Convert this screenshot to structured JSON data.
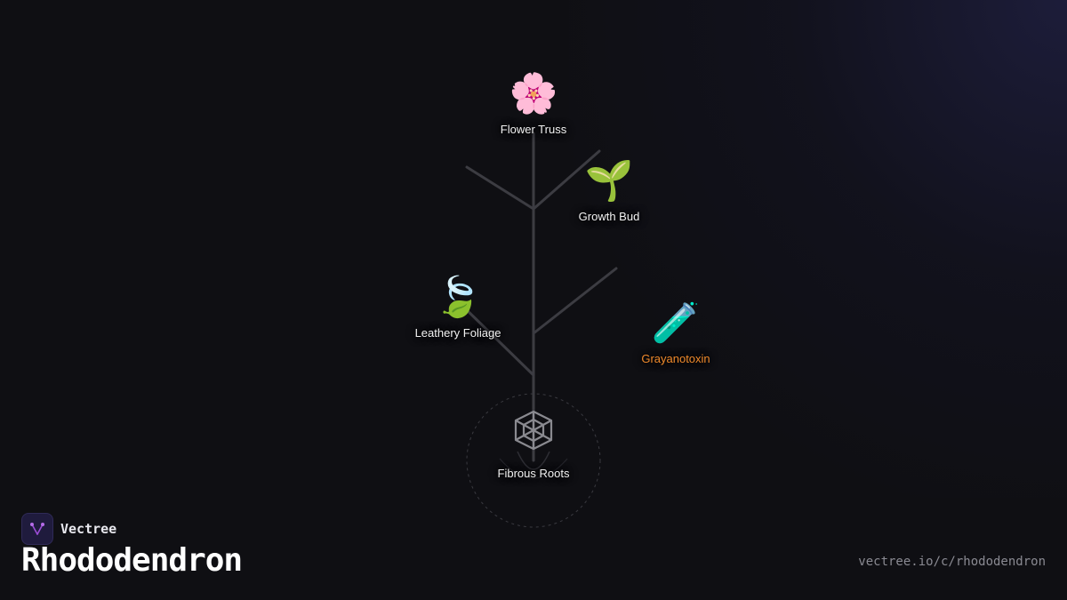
{
  "brand": {
    "name": "Vectree",
    "logo_icon": "vectree-logo-icon"
  },
  "title": "Rhododendron",
  "url": "vectree.io/c/rhododendron",
  "colors": {
    "background": "#0f0f13",
    "branch": "#3c3c42",
    "accent": "#f08a2b",
    "logo_purple": "#9b4dd6"
  },
  "nodes": {
    "flower": {
      "icon": "🌸",
      "icon_name": "cherry-blossom-icon",
      "label": "Flower Truss"
    },
    "bud": {
      "icon": "🌱",
      "icon_name": "seedling-icon",
      "label": "Growth Bud"
    },
    "foliage": {
      "icon": "🍃",
      "icon_name": "leaves-icon",
      "label": "Leathery Foliage"
    },
    "toxin": {
      "icon": "🧪",
      "icon_name": "test-tube-icon",
      "label": "Grayanotoxin"
    },
    "roots": {
      "icon": "🕸",
      "icon_name": "web-roots-icon",
      "label": "Fibrous Roots"
    }
  }
}
